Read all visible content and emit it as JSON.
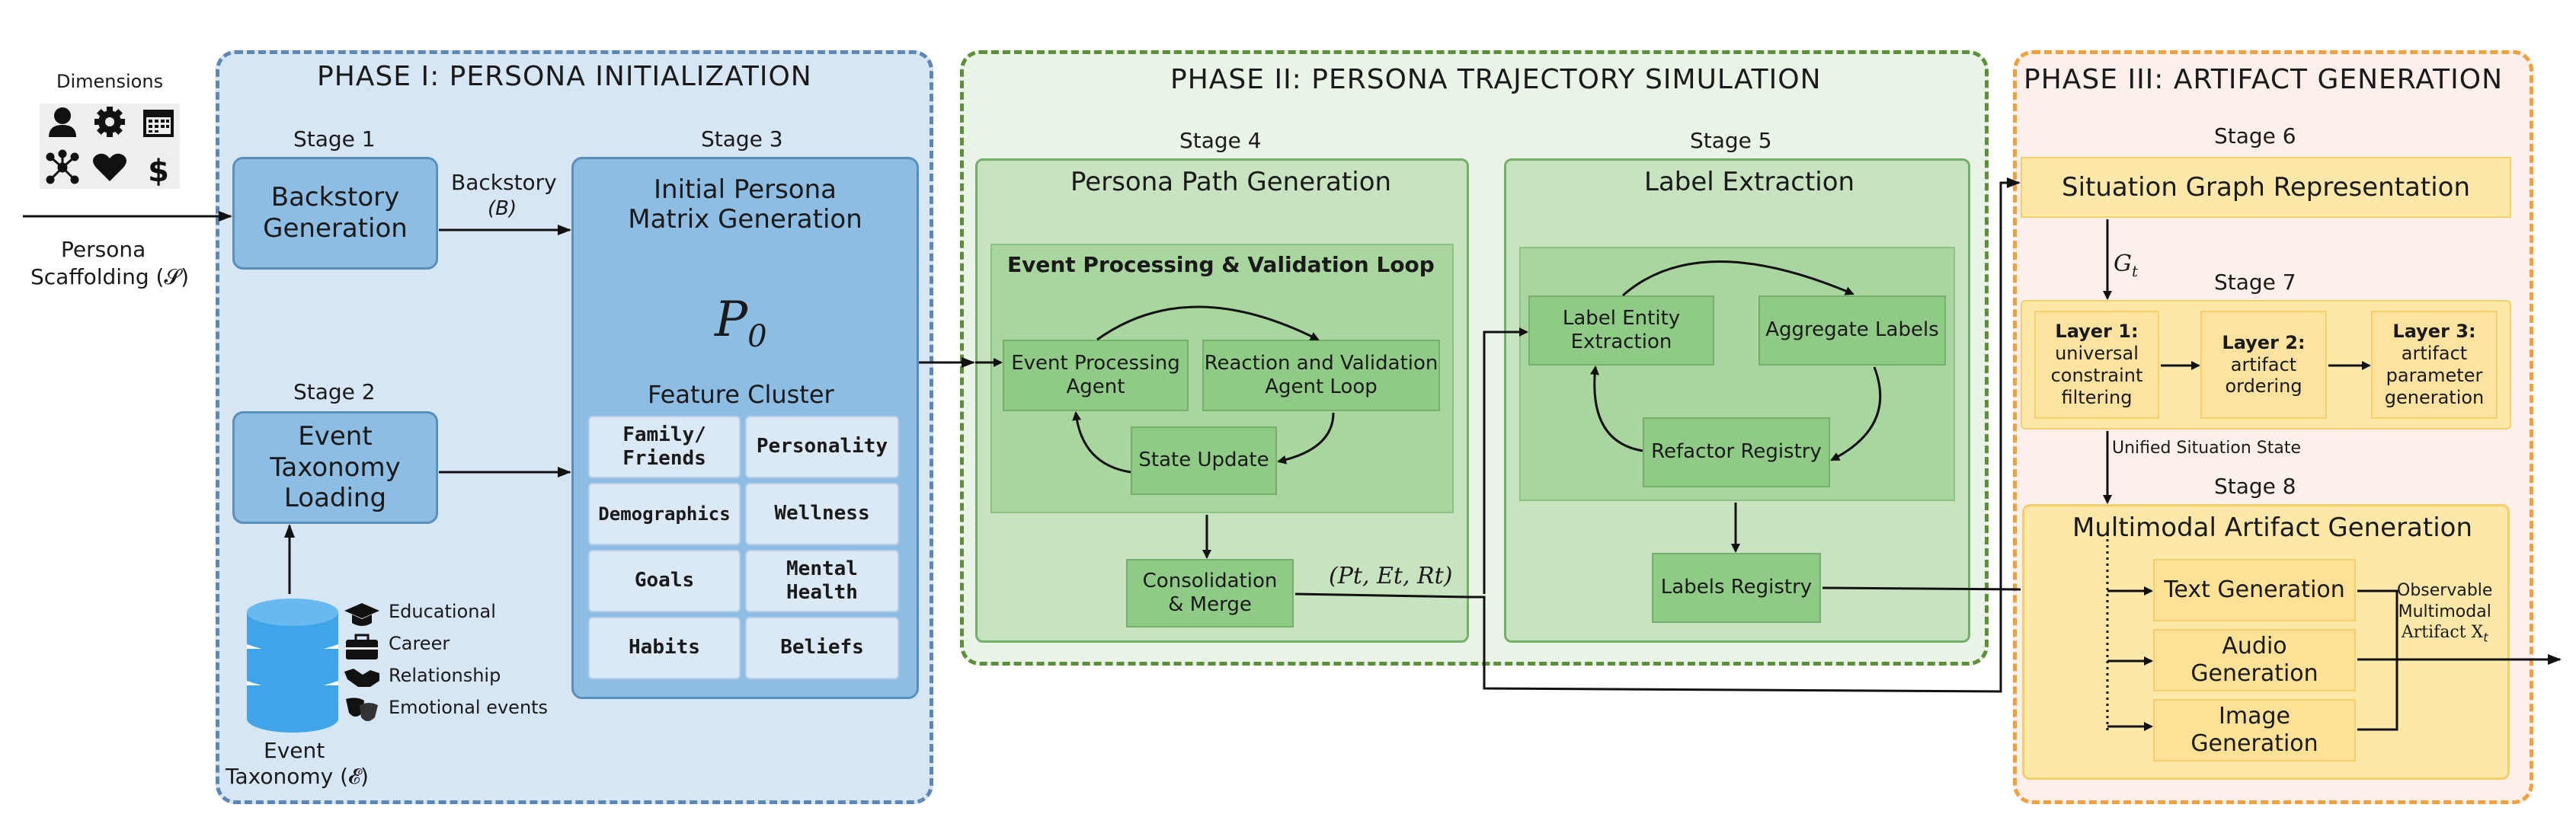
{
  "dimensions": {
    "label": "Dimensions",
    "icons": [
      "person-icon",
      "gear-icon",
      "calendar-icon",
      "network-icon",
      "heart-icon",
      "dollar-icon"
    ]
  },
  "persona_scaffolding": {
    "line1": "Persona",
    "line2": "Scaffolding (𝓢)"
  },
  "phase1": {
    "title": "PHASE I: PERSONA INITIALIZATION",
    "stage1": {
      "label": "Stage 1",
      "box": "Backstory\nGeneration"
    },
    "backstory_edge": {
      "line1": "Backstory",
      "line2": "(B)"
    },
    "stage2": {
      "label": "Stage 2",
      "box": "Event\nTaxonomy\nLoading"
    },
    "stage3": {
      "label": "Stage 3",
      "title": "Initial Persona\nMatrix Generation",
      "symbol": "P",
      "symbol_sub": "0",
      "feature_cluster": "Feature Cluster",
      "cells": [
        "Family/\nFriends",
        "Personality",
        "Demographics",
        "Wellness",
        "Goals",
        "Mental\nHealth",
        "Habits",
        "Beliefs"
      ]
    },
    "event_taxonomy": {
      "line1": "Event",
      "line2": "Taxonomy (𝓔)",
      "categories": [
        "Educational",
        "Career",
        "Relationship",
        "Emotional events"
      ]
    }
  },
  "phase2": {
    "title": "PHASE II: PERSONA TRAJECTORY SIMULATION",
    "stage4": {
      "label": "Stage 4",
      "title": "Persona Path Generation",
      "loop_title": "Event Processing & Validation Loop",
      "event_agent": "Event Processing\nAgent",
      "reaction_agent": "Reaction and Validation\nAgent Loop",
      "state_update": "State Update",
      "consolidation": "Consolidation\n& Merge"
    },
    "tuple_label": "(Pt, Et, Rt)",
    "stage5": {
      "label": "Stage 5",
      "title": "Label Extraction",
      "label_entity": "Label Entity\nExtraction",
      "aggregate": "Aggregate Labels",
      "refactor": "Refactor Registry",
      "registry": "Labels Registry"
    }
  },
  "phase3": {
    "title": "PHASE III: ARTIFACT GENERATION",
    "stage6": {
      "label": "Stage 6",
      "box": "Situation Graph Representation"
    },
    "gt_label": "G",
    "gt_sub": "t",
    "stage7": {
      "label": "Stage 7",
      "layers": [
        {
          "head": "Layer 1:",
          "body": "universal\nconstraint\nfiltering"
        },
        {
          "head": "Layer 2:",
          "body": "artifact\nordering"
        },
        {
          "head": "Layer 3:",
          "body": "artifact\nparameter\ngeneration"
        }
      ]
    },
    "unified_state": "Unified Situation State",
    "stage8": {
      "label": "Stage 8",
      "title": "Multimodal Artifact Generation",
      "outputs": [
        "Text Generation",
        "Audio Generation",
        "Image Generation"
      ]
    },
    "observable": {
      "line1": "Observable",
      "line2": "Multimodal",
      "line3": "Artifact X",
      "sub": "t"
    }
  },
  "colors": {
    "phase1_fill": "#d6e6f4",
    "phase1_border": "#5d87b5",
    "phase2_fill": "#eaf4e6",
    "phase2_border": "#5b8f3a",
    "phase3_fill": "#fdf0ea",
    "phase3_border": "#f0a03c"
  }
}
